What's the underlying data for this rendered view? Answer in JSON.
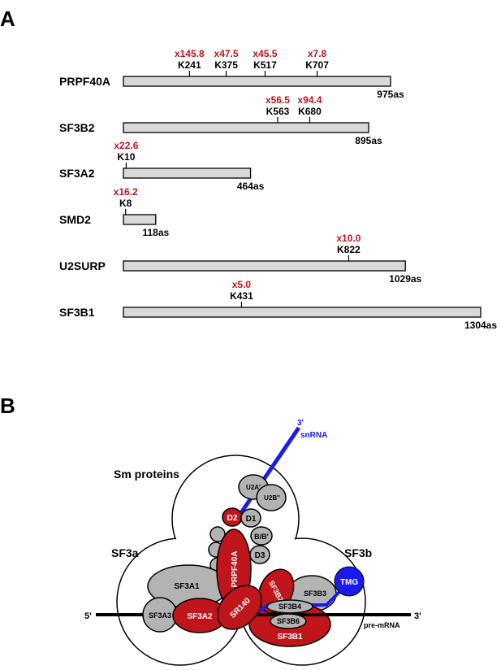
{
  "panel_a": {
    "label": "A",
    "proteins": [
      {
        "name": "PRPF40A",
        "length": 975,
        "length_label": "975as",
        "sites": [
          {
            "site": "K241",
            "fold": "x145.8"
          },
          {
            "site": "K375",
            "fold": "x47.5"
          },
          {
            "site": "K517",
            "fold": "x45.5"
          },
          {
            "site": "K707",
            "fold": "x7.8"
          }
        ]
      },
      {
        "name": "SF3B2",
        "length": 895,
        "length_label": "895as",
        "sites": [
          {
            "site": "K563",
            "fold": "x56.5"
          },
          {
            "site": "K680",
            "fold": "x94.4"
          }
        ]
      },
      {
        "name": "SF3A2",
        "length": 464,
        "length_label": "464as",
        "sites": [
          {
            "site": "K10",
            "fold": "x22.6"
          }
        ]
      },
      {
        "name": "SMD2",
        "length": 118,
        "length_label": "118as",
        "sites": [
          {
            "site": "K8",
            "fold": "x16.2"
          }
        ]
      },
      {
        "name": "U2SURP",
        "length": 1029,
        "length_label": "1029as",
        "sites": [
          {
            "site": "K822",
            "fold": "x10.0"
          }
        ]
      },
      {
        "name": "SF3B1",
        "length": 1304,
        "length_label": "1304as",
        "sites": [
          {
            "site": "K431",
            "fold": "x5.0"
          }
        ]
      }
    ]
  },
  "panel_b": {
    "label": "B",
    "region_labels": {
      "sm": "Sm proteins",
      "sf3a": "SF3a",
      "sf3b": "SF3b"
    },
    "snrna": {
      "end": "3'",
      "name": "snRNA"
    },
    "premrna": {
      "left": "5'",
      "right": "3'",
      "name": "pre-mRNA"
    },
    "components": {
      "u2a": "U2A'",
      "u2b": "U2B''",
      "d2": "D2",
      "d1": "D1",
      "bb": "B/B'",
      "d3": "D3",
      "prpf40a": "PRPF40A",
      "sf3a1": "SF3A1",
      "sf3a3": "SF3A3",
      "sf3a2": "SF3A2",
      "sr140": "SR140",
      "sf3b2": "SF3B2",
      "sf3b3": "SF3B3",
      "sf3b4": "SF3B4",
      "sf3b6": "SF3B6",
      "sf3b1": "SF3B1",
      "tmg": "TMG"
    },
    "colors": {
      "red": "#c0151b",
      "gray": "#b3b3b3",
      "blue": "#1a1aee"
    }
  }
}
